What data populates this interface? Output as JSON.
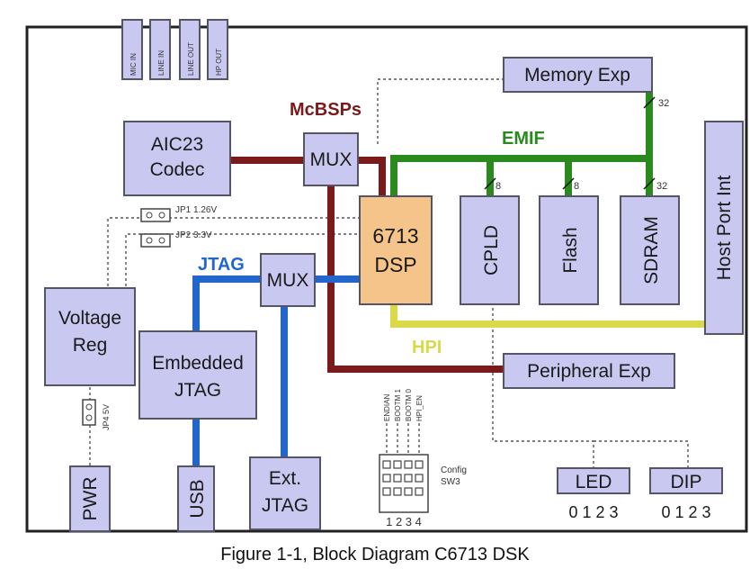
{
  "caption": "Figure 1-1, Block Diagram C6713 DSK",
  "blocks": {
    "mic_in": "MIC IN",
    "line_in": "LINE IN",
    "line_out": "LINE OUT",
    "hp_out": "HP OUT",
    "aic23_line1": "AIC23",
    "aic23_line2": "Codec",
    "mux_top": "MUX",
    "mux_mid": "MUX",
    "dsp_line1": "6713",
    "dsp_line2": "DSP",
    "cpld": "CPLD",
    "flash": "Flash",
    "sdram": "SDRAM",
    "host_port_int": "Host Port Int",
    "memory_exp": "Memory Exp",
    "peripheral_exp": "Peripheral Exp",
    "voltage_reg_line1": "Voltage",
    "voltage_reg_line2": "Reg",
    "embedded_jtag_line1": "Embedded",
    "embedded_jtag_line2": "JTAG",
    "ext_jtag_line1": "Ext.",
    "ext_jtag_line2": "JTAG",
    "pwr": "PWR",
    "usb": "USB",
    "led": "LED",
    "led_bits": "0 1 2 3",
    "dip": "DIP",
    "dip_bits": "0 1 2 3"
  },
  "bus_labels": {
    "mcbsps": "McBSPs",
    "emif": "EMIF",
    "jtag": "JTAG",
    "hpi": "HPI"
  },
  "bus_widths": {
    "memory_exp": "32",
    "cpld": "8",
    "flash": "8",
    "sdram": "32"
  },
  "jumpers": {
    "jp1": "JP1 1.26V",
    "jp2": "JP2 3.3V",
    "jp4": "JP4 5V"
  },
  "config": {
    "label_line1": "Config",
    "label_line2": "SW3",
    "switch_labels": [
      "ENDIAN",
      "BOOTM 1",
      "BOOTM 0",
      "HPI_EN"
    ],
    "switch_numbers": "1 2 3 4"
  },
  "colors": {
    "mcbsp_bus": "#7a1a1a",
    "emif_bus": "#2a8a1e",
    "jtag_bus": "#2266cc",
    "hpi_bus": "#d9d94a",
    "block_fill": "#c8c8f0",
    "dsp_fill": "#f5c48a"
  }
}
